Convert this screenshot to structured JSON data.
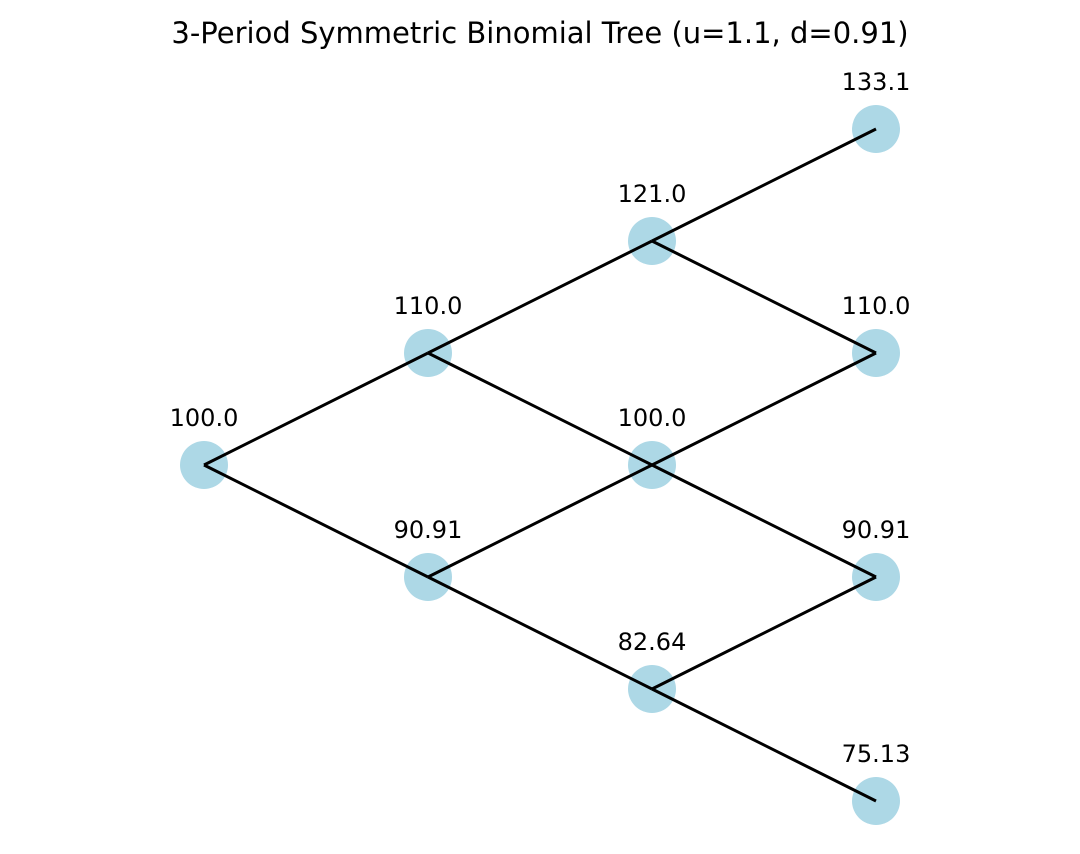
{
  "title": "3-Period Symmetric Binomial Tree (u=1.1, d=0.91)",
  "colors": {
    "node_fill": "#add8e6",
    "edge_stroke": "#000000",
    "text": "#000000"
  },
  "tree": {
    "periods": 3,
    "nodes": [
      {
        "id": "n0_0",
        "step": 0,
        "ups": 0,
        "label": "100.0"
      },
      {
        "id": "n1_1",
        "step": 1,
        "ups": 1,
        "label": "110.0"
      },
      {
        "id": "n1_0",
        "step": 1,
        "ups": 0,
        "label": "90.91"
      },
      {
        "id": "n2_2",
        "step": 2,
        "ups": 2,
        "label": "121.0"
      },
      {
        "id": "n2_1",
        "step": 2,
        "ups": 1,
        "label": "100.0"
      },
      {
        "id": "n2_0",
        "step": 2,
        "ups": 0,
        "label": "82.64"
      },
      {
        "id": "n3_3",
        "step": 3,
        "ups": 3,
        "label": "133.1"
      },
      {
        "id": "n3_2",
        "step": 3,
        "ups": 2,
        "label": "110.0"
      },
      {
        "id": "n3_1",
        "step": 3,
        "ups": 1,
        "label": "90.91"
      },
      {
        "id": "n3_0",
        "step": 3,
        "ups": 0,
        "label": "75.13"
      }
    ],
    "edges": [
      {
        "from": "n0_0",
        "to": "n1_1"
      },
      {
        "from": "n0_0",
        "to": "n1_0"
      },
      {
        "from": "n1_1",
        "to": "n2_2"
      },
      {
        "from": "n1_1",
        "to": "n2_1"
      },
      {
        "from": "n1_0",
        "to": "n2_1"
      },
      {
        "from": "n1_0",
        "to": "n2_0"
      },
      {
        "from": "n2_2",
        "to": "n3_3"
      },
      {
        "from": "n2_2",
        "to": "n3_2"
      },
      {
        "from": "n2_1",
        "to": "n3_2"
      },
      {
        "from": "n2_1",
        "to": "n3_1"
      },
      {
        "from": "n2_0",
        "to": "n3_1"
      },
      {
        "from": "n2_0",
        "to": "n3_0"
      }
    ]
  }
}
